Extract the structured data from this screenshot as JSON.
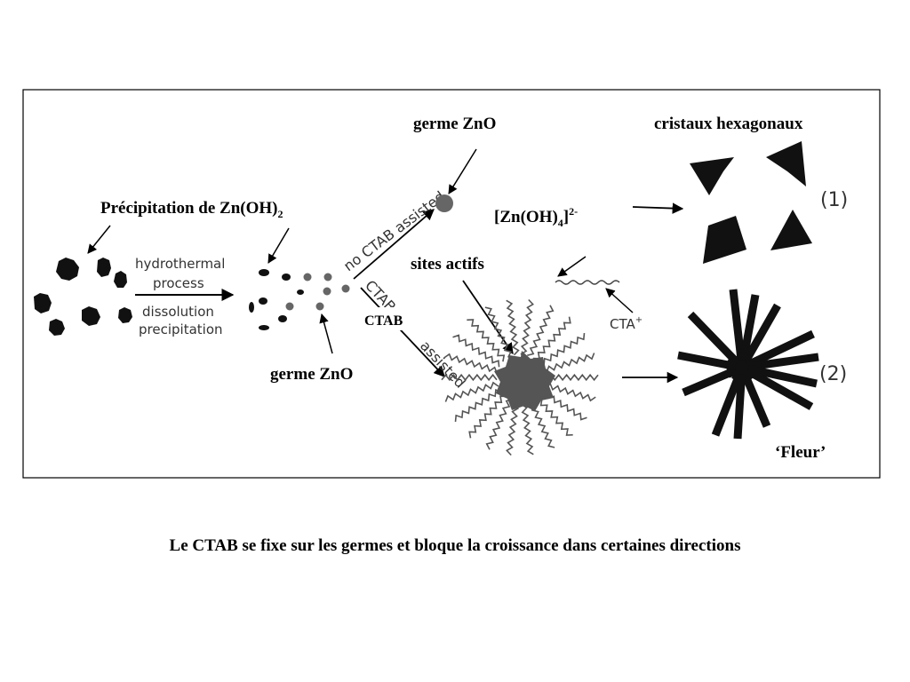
{
  "labels": {
    "germe_top": "germe ZnO",
    "cristaux": "cristaux hexagonaux",
    "precipitation": "Précipitation de Zn(OH)",
    "precipitation_sub": "2",
    "zincate": "[Zn(OH)",
    "zincate_sub": "4",
    "zincate_tail": "]",
    "zincate_sup": "2-",
    "sites_actifs": "sites actifs",
    "ctab": "CTAB",
    "germe_bottom": "germe ZnO",
    "fleur": "‘Fleur’",
    "hydro_1": "hydrothermal",
    "hydro_2": "process",
    "dissolution": "dissolution",
    "precipitation_en": "precipitation",
    "no_ctab": "no CTAB assisted",
    "ctab_assisted_a": "CTAB",
    "ctab_assisted_b": "assisted",
    "cta": "CTA",
    "cta_sup": "+",
    "path1": "(1)",
    "path2": "(2)"
  },
  "caption": "Le CTAB se fixe sur les germes et bloque la croissance dans certaines directions"
}
